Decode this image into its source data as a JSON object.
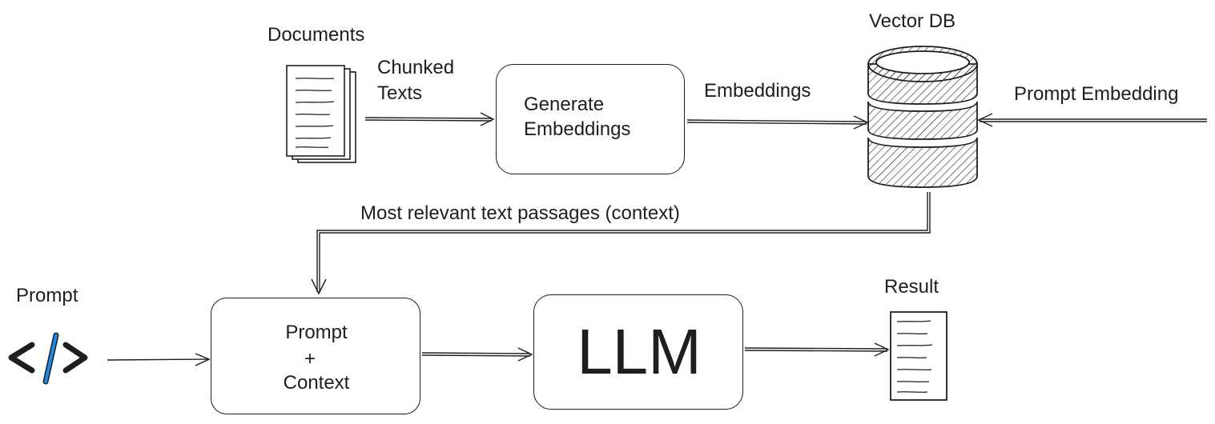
{
  "labels": {
    "documents": "Documents",
    "chunked_texts_1": "Chunked",
    "chunked_texts_2": "Texts",
    "embeddings": "Embeddings",
    "vector_db": "Vector DB",
    "prompt_embedding": "Prompt Embedding",
    "context_passages": "Most relevant text passages (context)",
    "prompt": "Prompt",
    "result": "Result"
  },
  "boxes": {
    "generate_embeddings_1": "Generate",
    "generate_embeddings_2": "Embeddings",
    "prompt_context_1": "Prompt",
    "prompt_context_2": "+",
    "prompt_context_3": "Context",
    "llm": "LLM"
  },
  "colors": {
    "stroke": "#1e1e1e",
    "code_slash": "#1e88e5",
    "hatch": "#1e1e1e"
  },
  "icons": [
    "document-stack-icon",
    "database-icon",
    "code-icon",
    "result-document-icon"
  ]
}
